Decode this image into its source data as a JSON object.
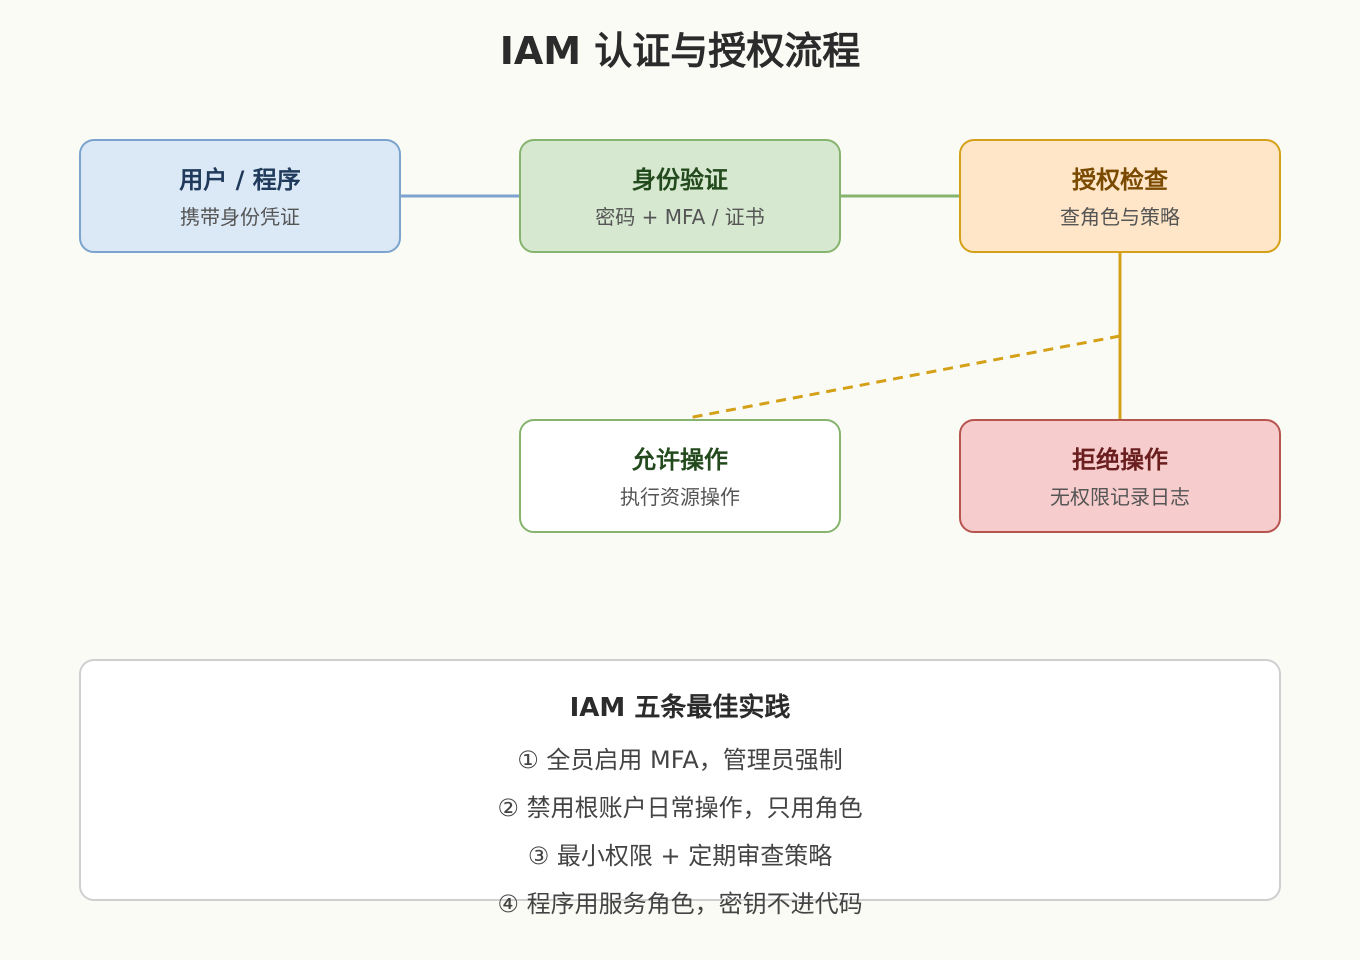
{
  "title": "IAM 认证与授权流程",
  "nodes": {
    "user": {
      "title": "用户 / 程序",
      "subtitle": "携带身份凭证"
    },
    "auth": {
      "title": "身份验证",
      "subtitle": "密码 + MFA / 证书"
    },
    "authz": {
      "title": "授权检查",
      "subtitle": "查角色与策略"
    },
    "allow": {
      "title": "允许操作",
      "subtitle": "执行资源操作"
    },
    "deny": {
      "title": "拒绝操作",
      "subtitle": "无权限记录日志"
    }
  },
  "best_practices": {
    "title": "IAM 五条最佳实践",
    "items": [
      "① 全员启用 MFA，管理员强制",
      "② 禁用根账户日常操作，只用角色",
      "③ 最小权限 + 定期审查策略",
      "④ 程序用服务角色，密钥不进代码"
    ]
  },
  "colors": {
    "user": {
      "fill": "#dbe8f6",
      "stroke": "#7ba3cd",
      "text": "#1f3a5a"
    },
    "auth": {
      "fill": "#d6e8d0",
      "stroke": "#86b46e",
      "text": "#234a1d"
    },
    "authz": {
      "fill": "#ffe6c8",
      "stroke": "#d4a017",
      "text": "#7a4a00"
    },
    "allow": {
      "fill": "#ffffff",
      "stroke": "#86b46e",
      "text": "#234a1d"
    },
    "deny": {
      "fill": "#f6cccc",
      "stroke": "#b85450",
      "text": "#6a1e1e"
    }
  }
}
